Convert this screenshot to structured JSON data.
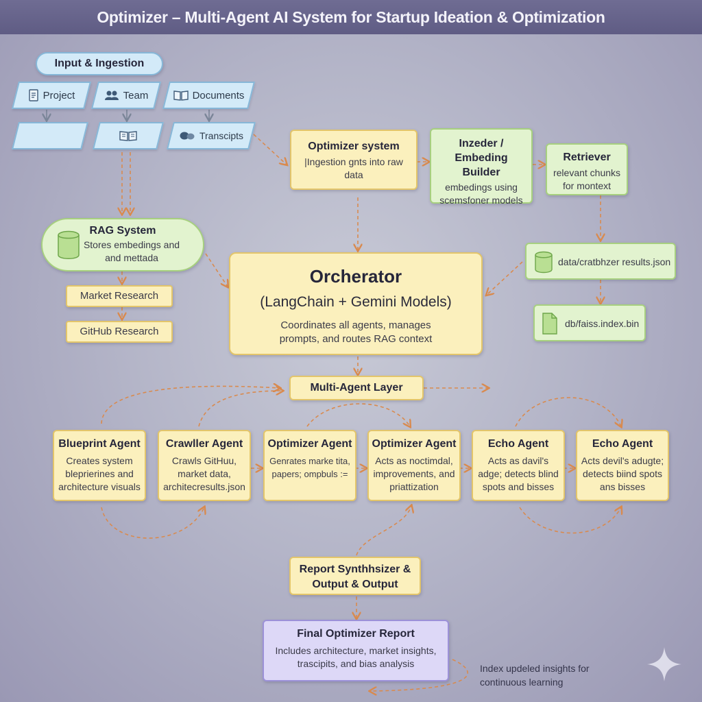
{
  "title": "Optimizer – Multi-Agent AI System for Startup Ideation & Optimization",
  "input": {
    "header": "Input & Ingestion",
    "project": "Project",
    "team": "Team",
    "documents": "Documents",
    "transcripts": "Transcipts"
  },
  "rag": {
    "title": "RAG System",
    "text": "Stores embedings and and mettada",
    "market": "Market Research",
    "github": "GitHub Research"
  },
  "optimizer_system": {
    "title": "Optimizer system",
    "text": "|Ingestion gnts into raw data"
  },
  "indexer": {
    "title": "Inzeder / Embeding Builder",
    "text": "embedings using scemsfoner models"
  },
  "retriever": {
    "title": "Retriever",
    "text": "relevant chunks for montext"
  },
  "files": {
    "json": "data/cratbhzer results.json",
    "bin": "db/faiss.index.bin"
  },
  "orchestrator": {
    "title": "Orcherator",
    "subtitle": "(LangChain + Gemini Models)",
    "text": "Coordinates all agents, manages prompts, and routes RAG context"
  },
  "layer": "Multi-Agent Layer",
  "agents": [
    {
      "title": "Blueprint Agent",
      "text": "Creates system bleprierines and architecture visuals"
    },
    {
      "title": "Crawller Agent",
      "text": "Crawls GitHuu, market data, architecresults.json"
    },
    {
      "title": "Optimizer Agent",
      "text": "Genrates marke tita, papers; ompbuls :="
    },
    {
      "title": "Optimizer Agent",
      "text": "Acts as noctimdal, improvements, and priattization"
    },
    {
      "title": "Echo Agent",
      "text": "Acts as davil's adge; detects blind spots and bisses"
    },
    {
      "title": "Echo Agent",
      "text": "Acts devil's adugte; detects biind spots ans bisses"
    }
  ],
  "synth": "Report Synthhsizer & Output & Output",
  "final": {
    "title": "Final Optimizer Report",
    "text": "Includes architecture, market insights, trascipits, and bias analysis"
  },
  "feedback": "Index updeled insights for continuous learning"
}
